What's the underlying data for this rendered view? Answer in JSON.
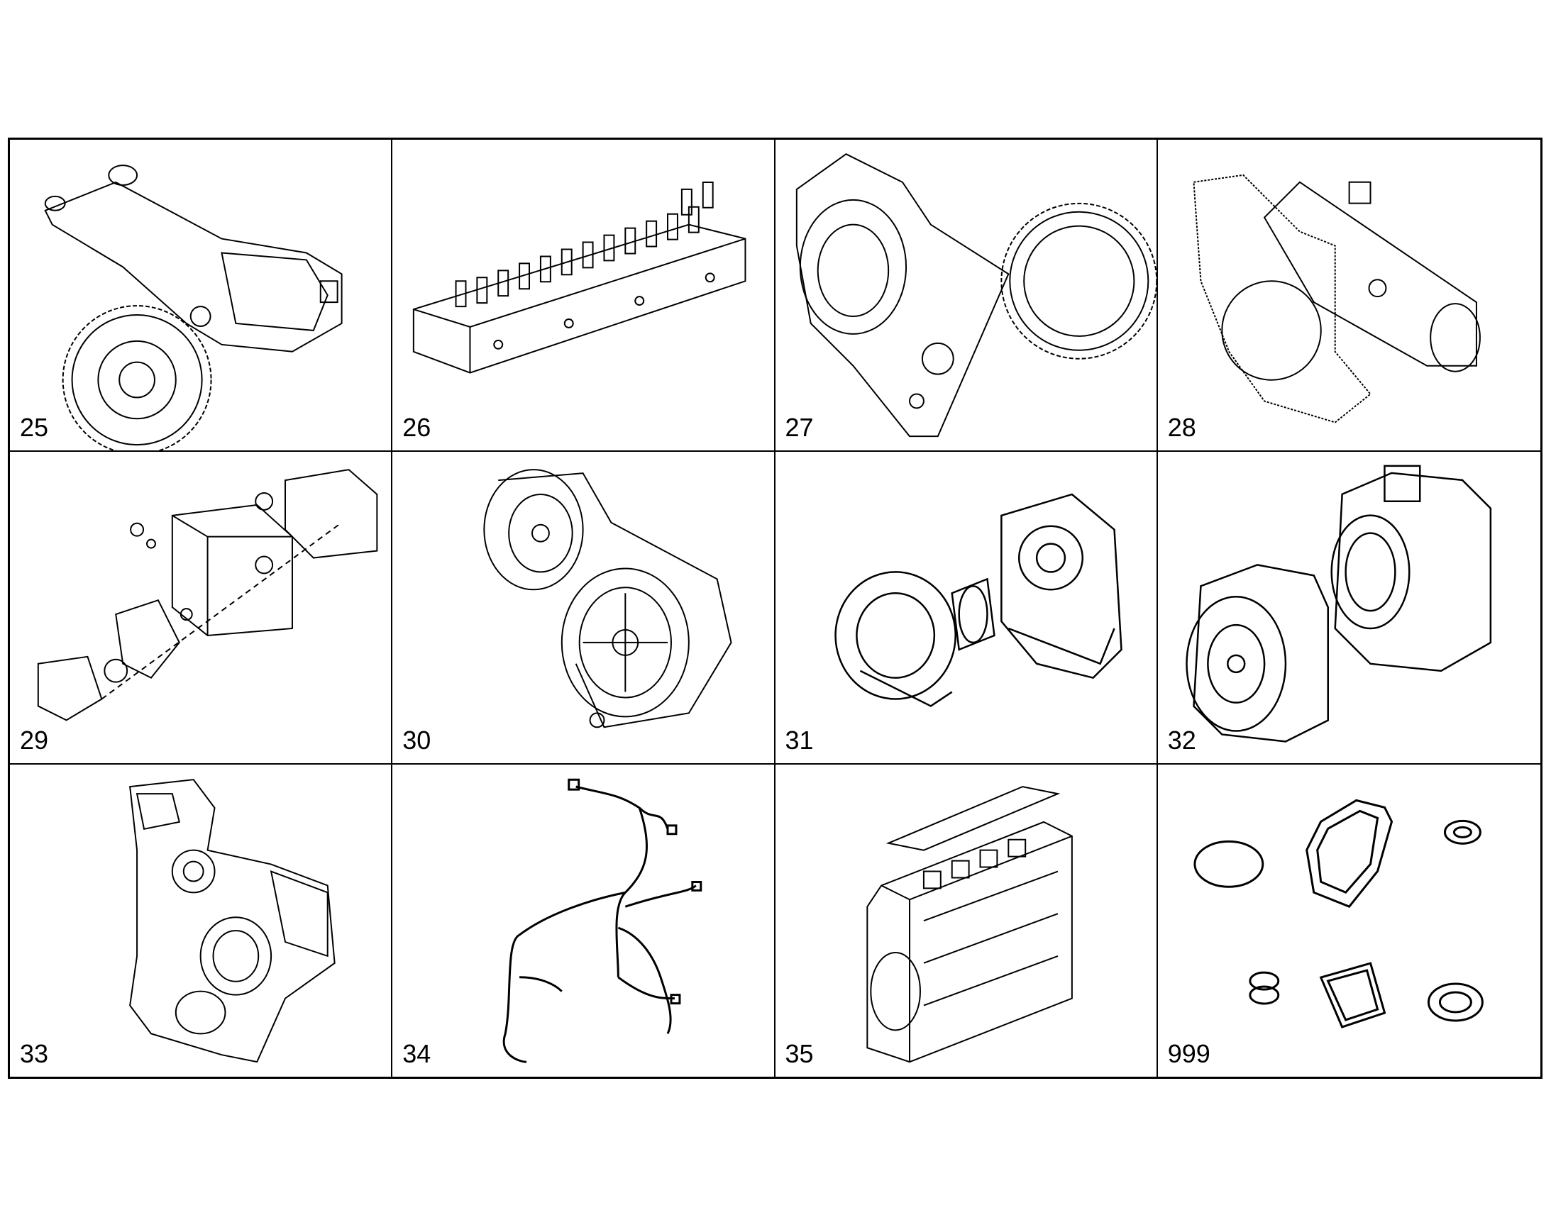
{
  "cells": [
    {
      "label": "25",
      "icon": "oil-pump-gear-icon"
    },
    {
      "label": "26",
      "icon": "cylinder-head-icon"
    },
    {
      "label": "27",
      "icon": "housing-gear-ring-icon"
    },
    {
      "label": "28",
      "icon": "coolant-pipe-icon"
    },
    {
      "label": "29",
      "icon": "oil-cooler-exploded-icon"
    },
    {
      "label": "30",
      "icon": "belt-tensioner-pulley-icon"
    },
    {
      "label": "31",
      "icon": "turbocharger-icon"
    },
    {
      "label": "32",
      "icon": "ac-compressor-icon"
    },
    {
      "label": "33",
      "icon": "timing-cover-icon"
    },
    {
      "label": "34",
      "icon": "wiring-harness-icon"
    },
    {
      "label": "35",
      "icon": "engine-block-icon"
    },
    {
      "label": "999",
      "icon": "gasket-set-icon"
    }
  ]
}
